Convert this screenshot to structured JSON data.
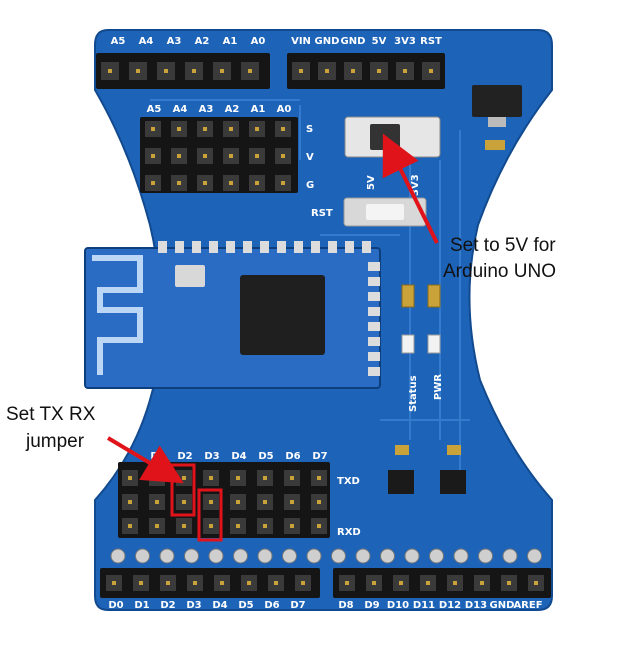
{
  "colors": {
    "board": "#1d63b8",
    "board_edge": "#124a8f",
    "header": "#151515",
    "pin_gold": "#c9a23a",
    "silk": "#ffffff",
    "arrow": "#e0131a",
    "highlight_box": "#e0131a"
  },
  "top_header": {
    "analog_labels": [
      "A5",
      "A4",
      "A3",
      "A2",
      "A1",
      "A0"
    ],
    "power_labels": [
      "VIN",
      "GND",
      "GND",
      "5V",
      "3V3",
      "RST"
    ]
  },
  "analog_block": {
    "labels": [
      "A5",
      "A4",
      "A3",
      "A2",
      "A1",
      "A0"
    ],
    "row_labels": [
      "S",
      "V",
      "G"
    ]
  },
  "switch": {
    "left_label": "5V",
    "right_label": "3V3"
  },
  "reset": {
    "label": "RST"
  },
  "leds": {
    "status_label": "Status",
    "power_label": "PWR"
  },
  "jumper_block": {
    "labels": [
      "D1",
      "D2",
      "D3",
      "D4",
      "D5",
      "D6",
      "D7"
    ],
    "txd_label": "TXD",
    "rxd_label": "RXD"
  },
  "bottom_header": {
    "labels": [
      "D0",
      "D1",
      "D2",
      "D3",
      "D4",
      "D5",
      "D6",
      "D7",
      "D8",
      "D9",
      "D10",
      "D11",
      "D12",
      "D13",
      "GND",
      "AREF"
    ]
  },
  "annotations": {
    "switch_note_line1": "Set to 5V for",
    "switch_note_line2": "Arduino UNO",
    "jumper_note_line1": "Set TX RX",
    "jumper_note_line2": "jumper"
  }
}
